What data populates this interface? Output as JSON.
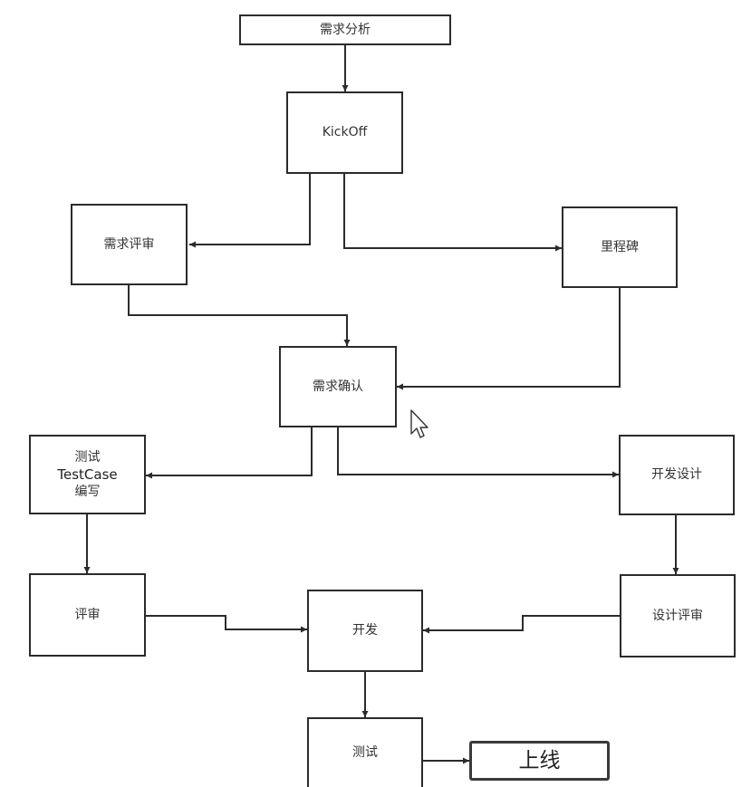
{
  "diagram": {
    "nodes": {
      "req_analysis": "需求分析",
      "kickoff": "KickOff",
      "req_review": "需求评审",
      "milestone": "里程碑",
      "req_confirm": "需求确认",
      "test_case_line1": "测试",
      "test_case_line2": "TestCase",
      "test_case_line3": "编写",
      "dev_design": "开发设计",
      "review": "评审",
      "dev": "开发",
      "design_review": "设计评审",
      "testing": "测试",
      "go_live": "上线"
    },
    "edges": [
      {
        "from": "需求分析",
        "to": "KickOff"
      },
      {
        "from": "KickOff",
        "to": "需求评审"
      },
      {
        "from": "KickOff",
        "to": "里程碑"
      },
      {
        "from": "需求评审",
        "to": "需求确认"
      },
      {
        "from": "里程碑",
        "to": "需求确认"
      },
      {
        "from": "需求确认",
        "to": "测试 TestCase 编写"
      },
      {
        "from": "需求确认",
        "to": "开发设计"
      },
      {
        "from": "测试 TestCase 编写",
        "to": "评审"
      },
      {
        "from": "开发设计",
        "to": "设计评审"
      },
      {
        "from": "评审",
        "to": "开发"
      },
      {
        "from": "设计评审",
        "to": "开发"
      },
      {
        "from": "开发",
        "to": "测试"
      },
      {
        "from": "测试",
        "to": "上线"
      }
    ]
  },
  "colors": {
    "stroke": "#2b2b2b",
    "text": "#333333",
    "background": "#ffffff"
  }
}
